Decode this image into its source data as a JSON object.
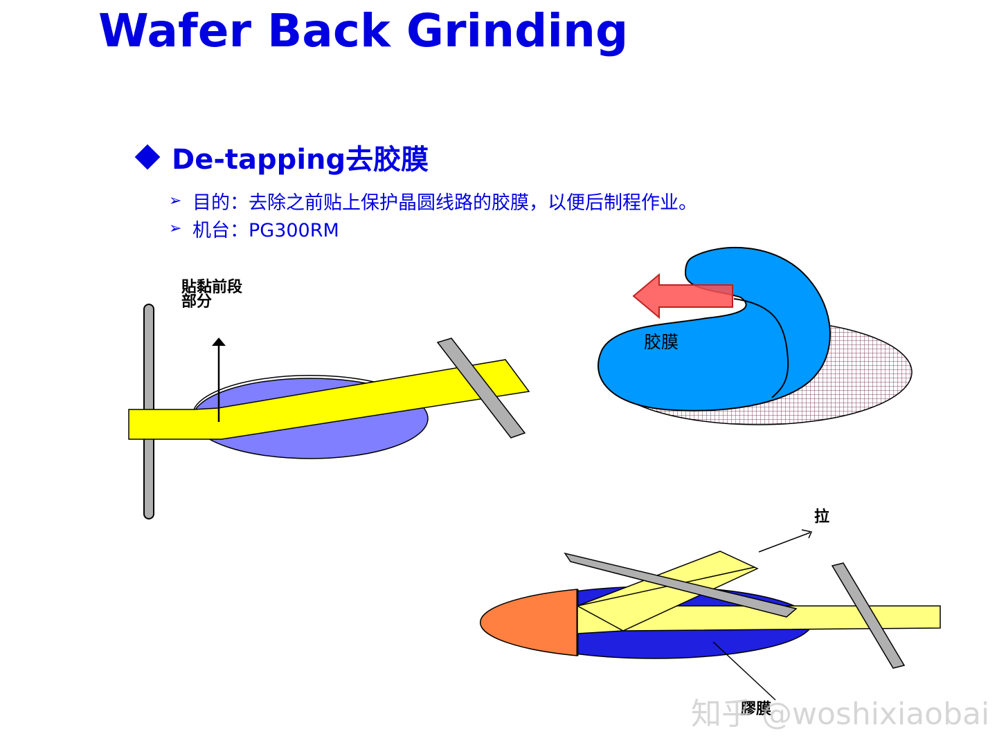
{
  "title": "Wafer Back Grinding",
  "section": {
    "heading": "De-tapping去胶膜"
  },
  "bullets": [
    {
      "text": "目的：去除之前贴上保护晶圆线路的胶膜，以便后制程作业。"
    },
    {
      "text": "机台：PG300RM"
    }
  ],
  "diagrams": {
    "left": {
      "label_line1": "貼黏前段",
      "label_line2": "部分"
    },
    "right": {
      "tape_label": "胶膜"
    },
    "bottom": {
      "pull_label": "拉",
      "tape_label": "膠膜"
    }
  },
  "watermark": "知乎 @woshixiaobai",
  "colors": {
    "title": "#0000e0",
    "wafer_purple": "#7f7fff",
    "tape_yellow": "#ffff00",
    "bar_gray": "#b0b0b0",
    "tape_blue": "#0099ff",
    "arrow_red": "#ff5050",
    "dark_blue": "#2020e0",
    "orange": "#ff8040",
    "light_yellow": "#ffff80"
  }
}
